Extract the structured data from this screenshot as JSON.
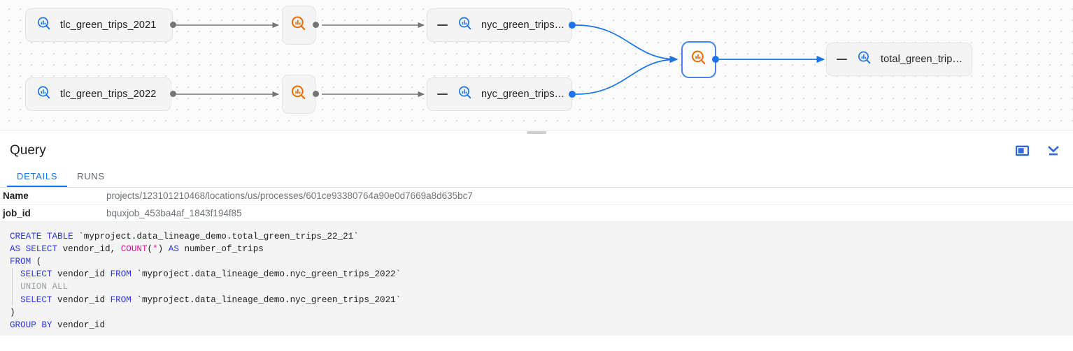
{
  "canvas": {
    "nodes": [
      {
        "id": "tlc2021",
        "type": "table",
        "label": "tlc_green_trips_2021",
        "icon": "table-search-icon-blue",
        "collapse": false,
        "selected": false
      },
      {
        "id": "tlc2022",
        "type": "table",
        "label": "tlc_green_trips_2022",
        "icon": "table-search-icon-blue",
        "collapse": false,
        "selected": false
      },
      {
        "id": "proc1",
        "type": "process",
        "label": "",
        "icon": "process-search-icon-orange",
        "collapse": false,
        "selected": false
      },
      {
        "id": "proc2",
        "type": "process",
        "label": "",
        "icon": "process-search-icon-orange",
        "collapse": false,
        "selected": false
      },
      {
        "id": "nyc2021",
        "type": "table",
        "label": "nyc_green_trips…",
        "icon": "table-search-icon-blue",
        "collapse": true,
        "selected": false
      },
      {
        "id": "nyc2022",
        "type": "table",
        "label": "nyc_green_trips…",
        "icon": "table-search-icon-blue",
        "collapse": true,
        "selected": false
      },
      {
        "id": "procsel",
        "type": "process",
        "label": "",
        "icon": "process-search-icon-orange",
        "collapse": false,
        "selected": true
      },
      {
        "id": "total",
        "type": "table",
        "label": "total_green_trip…",
        "icon": "table-search-icon-blue",
        "collapse": true,
        "selected": false
      }
    ],
    "colors": {
      "edge_gray": "#757575",
      "edge_blue": "#1a73e8",
      "accent": "#1a73e8",
      "process": "#ef6c00"
    }
  },
  "panel": {
    "title": "Query",
    "actions": [
      {
        "name": "split-panel-icon",
        "label": "Split panel"
      },
      {
        "name": "collapse-panel-icon",
        "label": "Collapse panel"
      }
    ],
    "tabs": [
      {
        "label": "DETAILS",
        "active": true
      },
      {
        "label": "RUNS",
        "active": false
      }
    ],
    "details": [
      {
        "key": "Name",
        "value": "projects/123101210468/locations/us/processes/601ce93380764a90e0d7669a8d635bc7"
      },
      {
        "key": "job_id",
        "value": "bquxjob_453ba4af_1843f194f85"
      }
    ]
  },
  "sql": {
    "lines": [
      [
        {
          "t": "CREATE TABLE ",
          "c": "kw"
        },
        {
          "t": "`myproject.data_lineage_demo.total_green_trips_22_21`",
          "c": ""
        }
      ],
      [
        {
          "t": "AS SELECT ",
          "c": "kw"
        },
        {
          "t": "vendor_id, ",
          "c": ""
        },
        {
          "t": "COUNT",
          "c": "fn"
        },
        {
          "t": "(",
          "c": ""
        },
        {
          "t": "*",
          "c": "fn"
        },
        {
          "t": ") ",
          "c": ""
        },
        {
          "t": "AS ",
          "c": "kw"
        },
        {
          "t": "number_of_trips",
          "c": ""
        }
      ],
      [
        {
          "t": "FROM",
          "c": "kw"
        },
        {
          "t": " (",
          "c": ""
        }
      ],
      [
        {
          "t": "  ",
          "c": ""
        },
        {
          "t": "SELECT",
          "c": "kw"
        },
        {
          "t": " vendor_id ",
          "c": ""
        },
        {
          "t": "FROM",
          "c": "kw"
        },
        {
          "t": " `myproject.data_lineage_demo.nyc_green_trips_2022`",
          "c": ""
        }
      ],
      [
        {
          "t": "  ",
          "c": ""
        },
        {
          "t": "UNION ALL",
          "c": "mut"
        }
      ],
      [
        {
          "t": "  ",
          "c": ""
        },
        {
          "t": "SELECT",
          "c": "kw"
        },
        {
          "t": " vendor_id ",
          "c": ""
        },
        {
          "t": "FROM",
          "c": "kw"
        },
        {
          "t": " `myproject.data_lineage_demo.nyc_green_trips_2021`",
          "c": ""
        }
      ],
      [
        {
          "t": ")",
          "c": ""
        }
      ],
      [
        {
          "t": "GROUP BY",
          "c": "kw"
        },
        {
          "t": " vendor_id",
          "c": ""
        }
      ]
    ],
    "guide_lines": [
      3,
      4,
      5
    ]
  }
}
